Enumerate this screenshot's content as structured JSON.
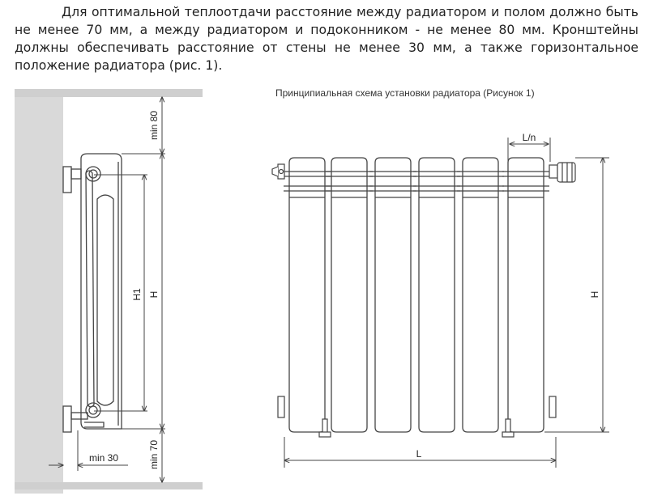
{
  "paragraph": "Для оптимальной теплоотдачи расстояние между радиатором и полом должно быть не менее 70 мм, а между радиатором и подоконником - не менее 80 мм. Кронштейны должны обеспечивать расстояние от стены не менее 30 мм, а также горизонтальное положение радиатора (рис. 1).",
  "caption": "Принципиальная схема установки радиатора (Рисунок 1)",
  "side_view": {
    "label_min80": "min 80",
    "label_min70": "min 70",
    "label_min30": "min 30",
    "label_H1": "H1",
    "label_H": "H"
  },
  "front_view": {
    "label_Ln": "L/n",
    "label_H": "H",
    "label_L": "L",
    "sections": 6
  },
  "colors": {
    "wall": "#d9d9d9",
    "line": "#444444",
    "text": "#222222"
  }
}
